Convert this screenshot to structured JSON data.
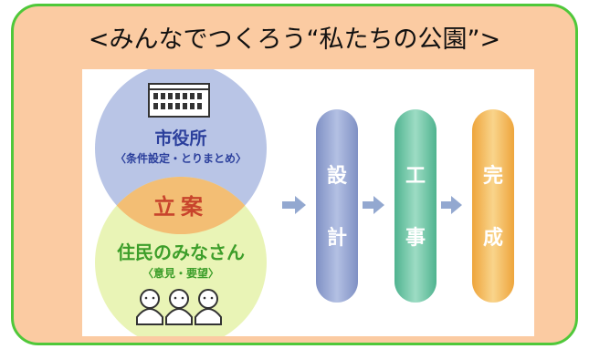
{
  "title": "<みんなでつくろう“私たちの公園”>",
  "city_hall": {
    "name": "市役所",
    "role": "〈条件設定・とりまとめ〉"
  },
  "overlap_label": "立案",
  "residents": {
    "name": "住民のみなさん",
    "role": "〈意見・要望〉"
  },
  "steps": [
    {
      "id": "design",
      "top": "設",
      "bottom": "計"
    },
    {
      "id": "construction",
      "top": "工",
      "bottom": "事"
    },
    {
      "id": "completion",
      "top": "完",
      "bottom": "成"
    }
  ],
  "colors": {
    "card_bg": "#fbcba2",
    "card_border": "#4fc83a",
    "city_hall_circle": "#b9c5e6",
    "residents_circle": "#e9f4b6",
    "overlap": "#f3be74",
    "overlap_text": "#c8442c",
    "city_hall_text": "#2b3f9c",
    "residents_text": "#3d9e2a",
    "step_design": "#8f9fcc",
    "step_construction": "#6fc5a6",
    "step_completion": "#f2b552",
    "arrow": "#93a8d0"
  }
}
